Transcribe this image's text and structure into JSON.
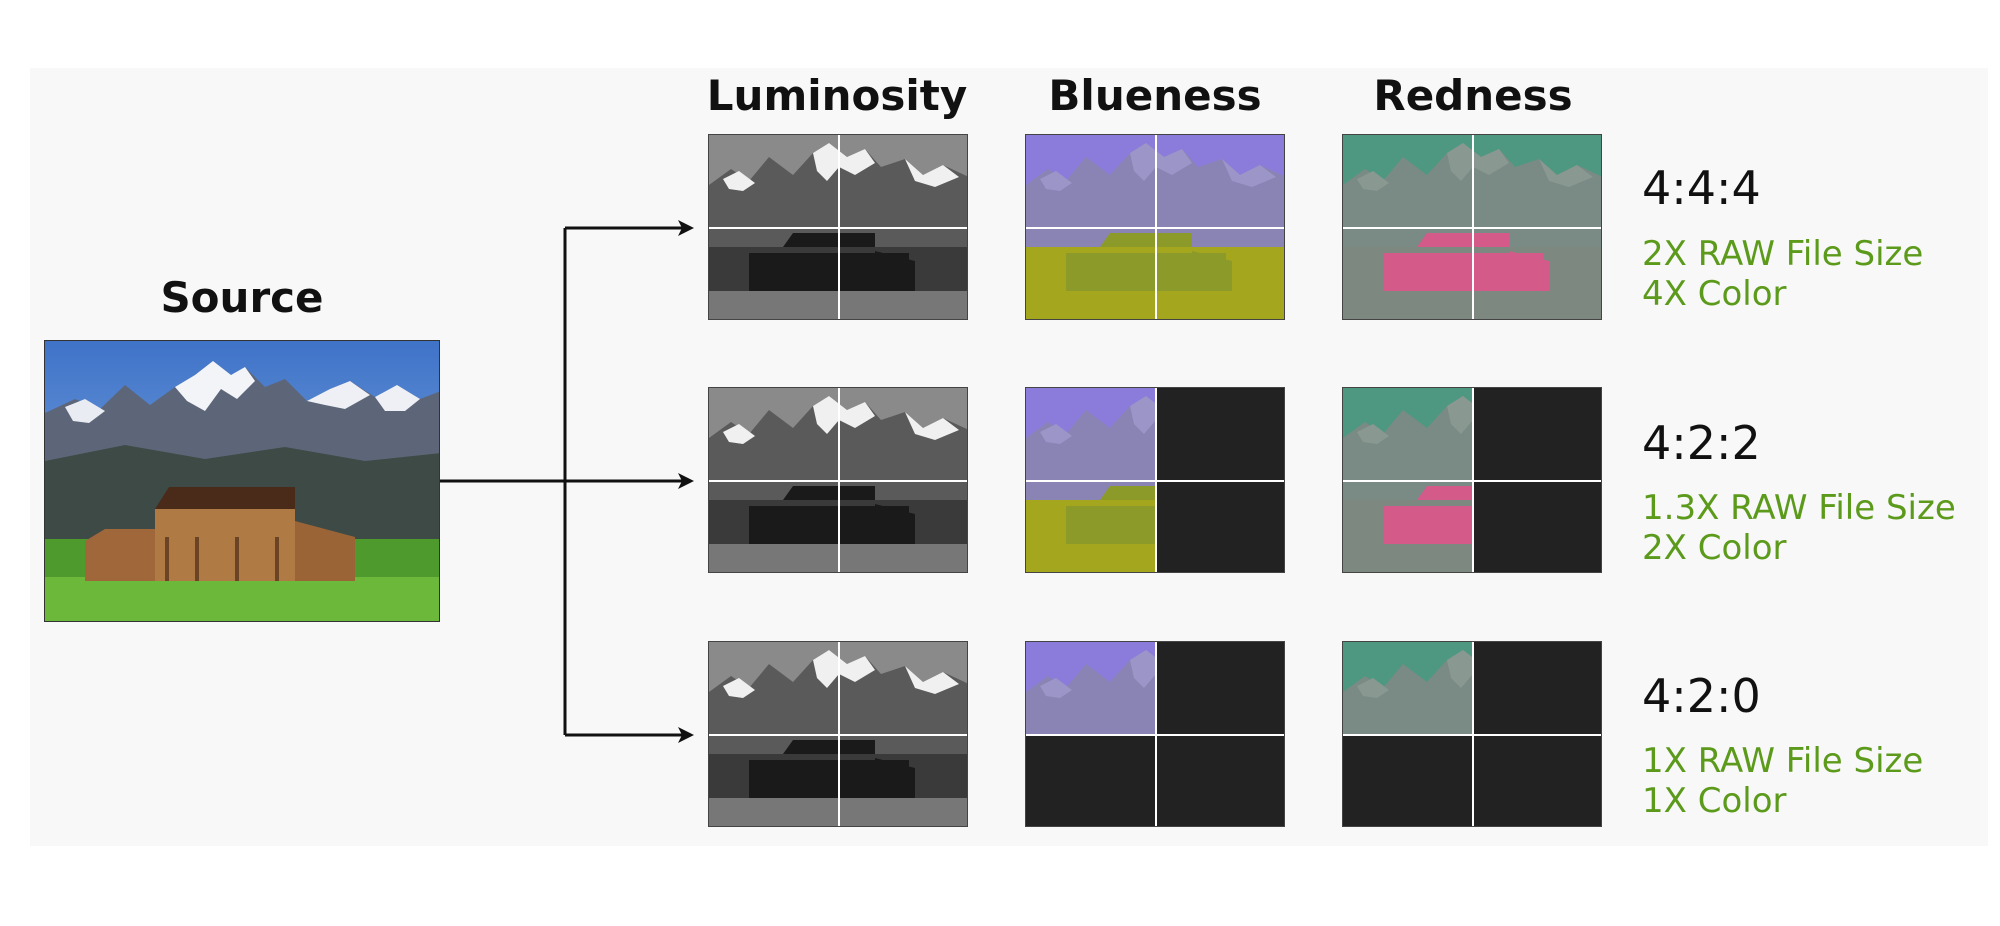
{
  "headings": {
    "source": "Source",
    "luminosity": "Luminosity",
    "blueness": "Blueness",
    "redness": "Redness"
  },
  "rows": [
    {
      "ratio": "4:4:4",
      "file_size": "2X RAW File Size",
      "color": "4X Color",
      "chroma_quadrants": [
        true,
        true,
        true,
        true
      ]
    },
    {
      "ratio": "4:2:2",
      "file_size": "1.3X RAW File Size",
      "color": "2X Color",
      "chroma_quadrants": [
        true,
        false,
        true,
        false
      ]
    },
    {
      "ratio": "4:2:0",
      "file_size": "1X RAW File Size",
      "color": "1X Color",
      "chroma_quadrants": [
        true,
        false,
        false,
        false
      ]
    }
  ],
  "colors": {
    "annotation_green": "#5c9a1b",
    "blue_sky": "#8b7cdc",
    "blue_ground": "#a4a61e",
    "red_sky": "#4e9882",
    "red_barn": "#d45a8a",
    "empty_quadrant": "#222222"
  }
}
